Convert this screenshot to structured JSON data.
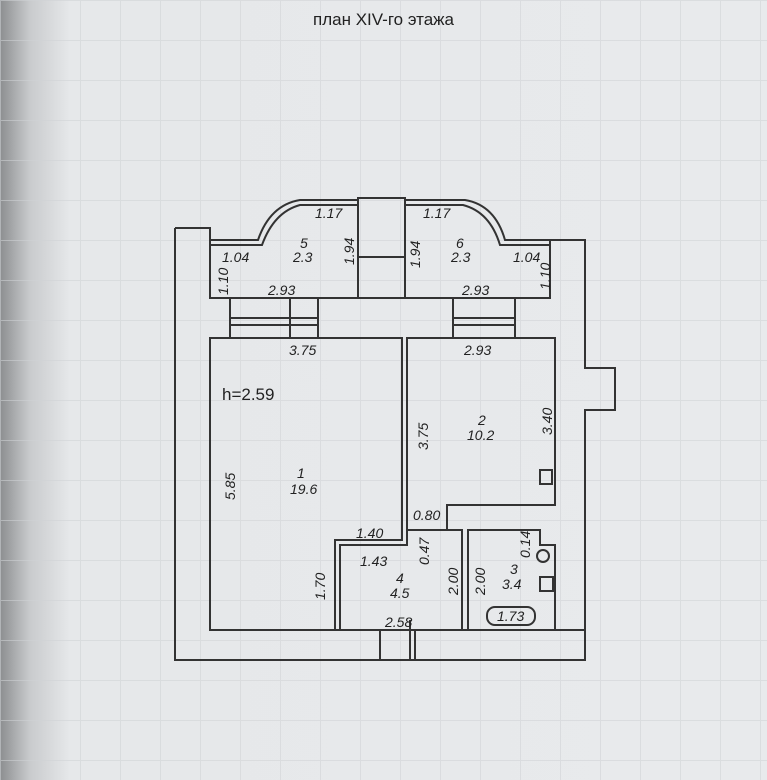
{
  "title": "план XIV-го этажа",
  "ceiling_height": "h=2.59",
  "rooms": [
    {
      "number": "1",
      "area": "19.6"
    },
    {
      "number": "2",
      "area": "10.2"
    },
    {
      "number": "3",
      "area": "3.4"
    },
    {
      "number": "4",
      "area": "4.5"
    },
    {
      "number": "5",
      "area": "2.3"
    },
    {
      "number": "6",
      "area": "2.3"
    }
  ],
  "dimensions": {
    "b5_top": "1.17",
    "b5_left": "1.04",
    "b5_side": "1.10",
    "b5_height": "1.94",
    "b5_bottom": "2.93",
    "b6_top": "1.17",
    "b6_right": "1.04",
    "b6_side": "1.10",
    "b6_height": "1.94",
    "b6_bottom": "2.93",
    "r1_top": "3.75",
    "r1_left": "5.85",
    "r1_notch": "1.40",
    "r2_top": "2.93",
    "r2_left": "3.75",
    "r2_right": "3.40",
    "corridor": "0.80",
    "r4_top": "1.43",
    "r4_step": "0.47",
    "r4_left": "1.70",
    "r4_right": "2.00",
    "r4_bottom": "2.58",
    "r3_left": "2.00",
    "r3_top": "0.14",
    "r3_tag": "1.73"
  }
}
